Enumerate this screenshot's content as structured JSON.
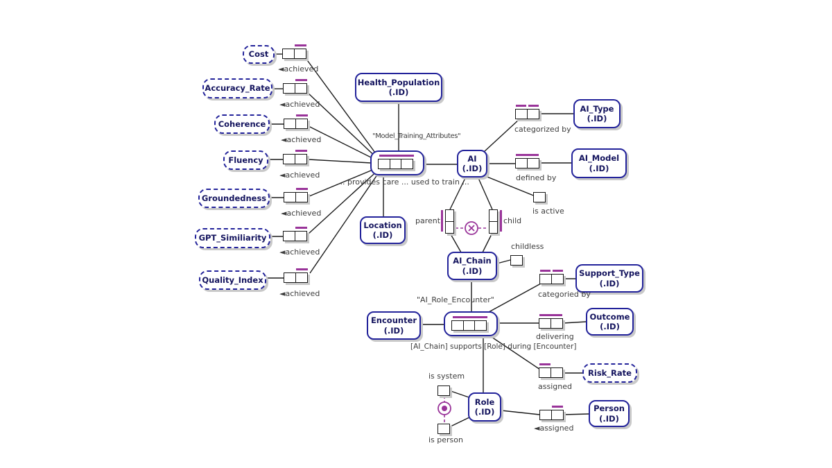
{
  "vt": {
    "cost": "Cost",
    "accuracy_rate": "Accuracy_Rate",
    "coherence": "Coherence",
    "fluency": "Fluency",
    "groundedness": "Groundedness",
    "gpt_similiarity": "GPT_Similiarity",
    "quality_index": "Quality_Index",
    "risk_rate": "Risk_Rate"
  },
  "et": {
    "health_population": {
      "name": "Health_Population",
      "ref": "(.ID)"
    },
    "ai": {
      "name": "AI",
      "ref": "(.ID)"
    },
    "ai_type": {
      "name": "AI_Type",
      "ref": "(.ID)"
    },
    "ai_model": {
      "name": "AI_Model",
      "ref": "(.ID)"
    },
    "location": {
      "name": "Location",
      "ref": "(.ID)"
    },
    "ai_chain": {
      "name": "AI_Chain",
      "ref": "(.ID)"
    },
    "encounter": {
      "name": "Encounter",
      "ref": "(.ID)"
    },
    "support_type": {
      "name": "Support_Type",
      "ref": "(.ID)"
    },
    "outcome": {
      "name": "Outcome",
      "ref": "(.ID)"
    },
    "role": {
      "name": "Role",
      "ref": "(.ID)"
    },
    "person": {
      "name": "Person",
      "ref": "(.ID)"
    }
  },
  "objectified": {
    "mta_label": "\"Model_Training_Attributes\"",
    "mta_reading": "... provides care ... used to train ...",
    "are_label": "\"AI_Role_Encounter\"",
    "are_reading": "[AI_Chain] supports [Role] during [Encounter]"
  },
  "readings": {
    "achieved": "◄achieved",
    "categorized_by": "categorized by",
    "defined_by": "defined by",
    "is_active": "is active",
    "parent": "parent",
    "child": "child",
    "childless": "childless",
    "categoried_by": "categoried by",
    "delivering": "delivering",
    "assigned": "assigned",
    "assigned_rev": "◄assigned",
    "is_system": "is system",
    "is_person": "is person"
  },
  "colors": {
    "entity_border": "#22229a",
    "entity_text": "#14145e",
    "constraint_purple": "#993399",
    "line": "#1a1a1a",
    "shadow": "#c9c9c9",
    "label_text": "#3c3c3c"
  }
}
